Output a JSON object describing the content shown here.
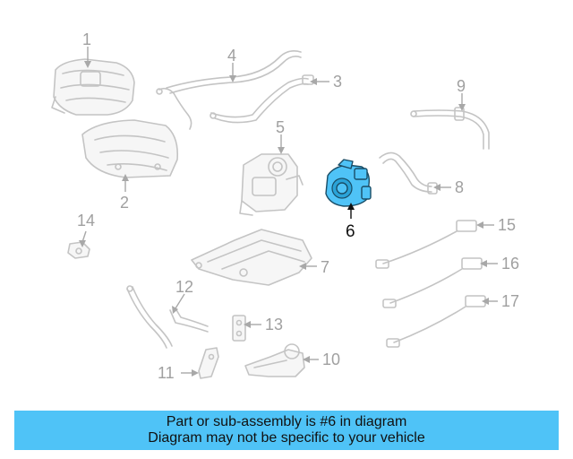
{
  "callouts": {
    "c1": "1",
    "c2": "2",
    "c3": "3",
    "c4": "4",
    "c5": "5",
    "c6": "6",
    "c7": "7",
    "c8": "8",
    "c9": "9",
    "c10": "10",
    "c11": "11",
    "c12": "12",
    "c13": "13",
    "c14": "14",
    "c15": "15",
    "c16": "16",
    "c17": "17"
  },
  "highlighted_part": "6",
  "colors": {
    "highlight": "#4fc3f7",
    "banner": "#4fc3f7",
    "line_art": "#c4c4c4"
  },
  "banner": {
    "line1": "Part or sub-assembly is #6 in diagram",
    "line2": "Diagram may not be specific to your vehicle"
  }
}
